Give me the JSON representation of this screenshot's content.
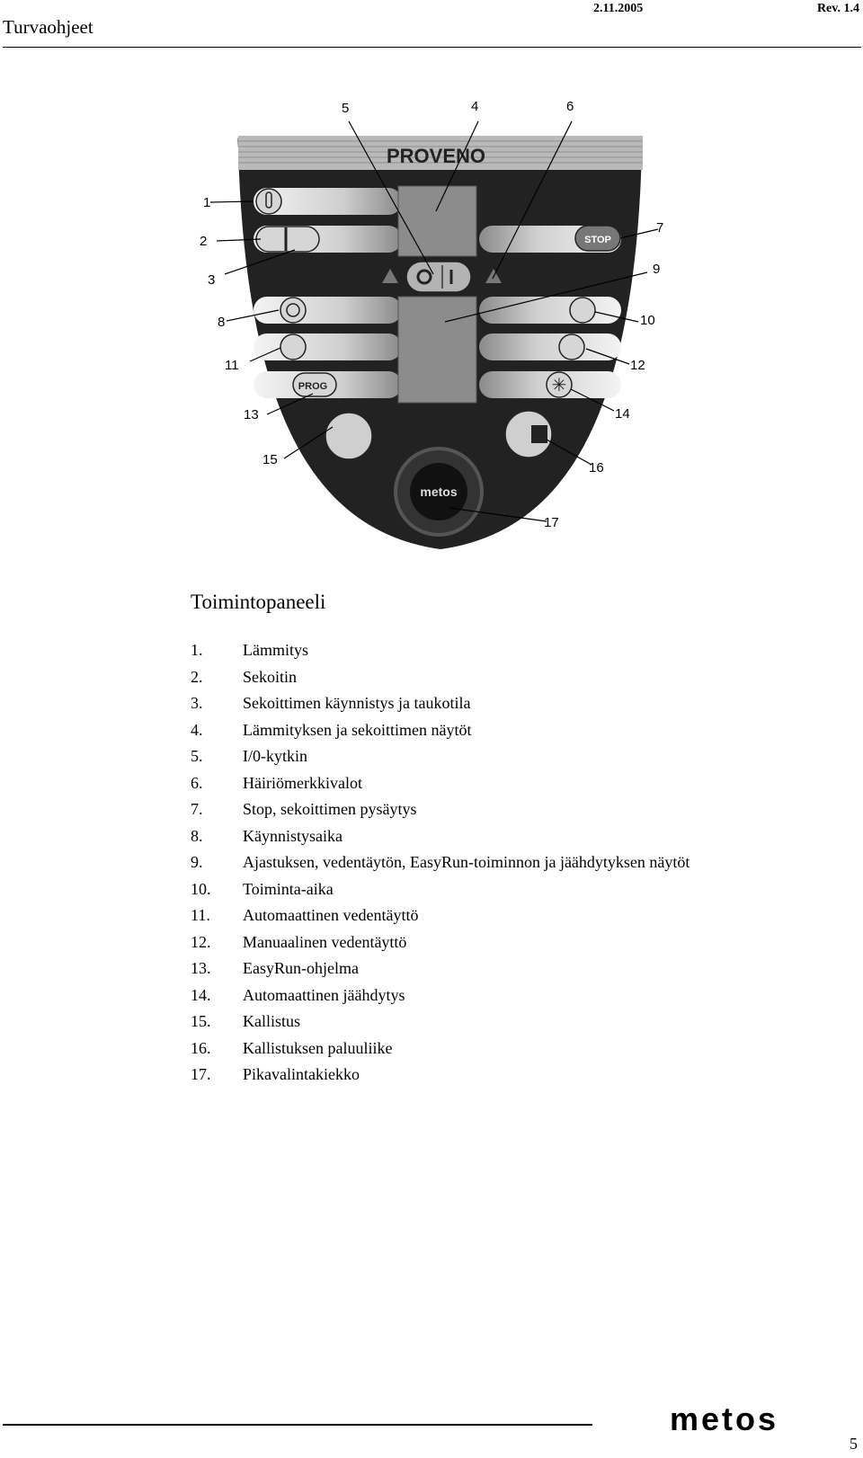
{
  "header": {
    "title": "Turvaohjeet",
    "date": "2.11.2005",
    "revision": "Rev. 1.4"
  },
  "panel": {
    "brand": "PROVENO",
    "stop_label": "STOP",
    "prog_label": "PROG",
    "knob_label": "metos",
    "callouts": [
      "1",
      "2",
      "3",
      "4",
      "5",
      "6",
      "7",
      "8",
      "9",
      "10",
      "11",
      "12",
      "13",
      "14",
      "15",
      "16",
      "17"
    ]
  },
  "section_title": "Toimintopaneeli",
  "items": [
    {
      "num": "1.",
      "text": "Lämmitys"
    },
    {
      "num": "2.",
      "text": "Sekoitin"
    },
    {
      "num": "3.",
      "text": "Sekoittimen käynnistys ja taukotila"
    },
    {
      "num": "4.",
      "text": "Lämmityksen ja sekoittimen näytöt"
    },
    {
      "num": "5.",
      "text": "I/0-kytkin"
    },
    {
      "num": "6.",
      "text": "Häiriömerkkivalot"
    },
    {
      "num": "7.",
      "text": "Stop, sekoittimen pysäytys"
    },
    {
      "num": "8.",
      "text": "Käynnistysaika"
    },
    {
      "num": "9.",
      "text": "Ajastuksen, vedentäytön, EasyRun-toiminnon ja jäähdytyksen näytöt"
    },
    {
      "num": "10.",
      "text": "Toiminta-aika"
    },
    {
      "num": "11.",
      "text": "Automaattinen vedentäyttö"
    },
    {
      "num": "12.",
      "text": "Manuaalinen vedentäyttö"
    },
    {
      "num": "13.",
      "text": "EasyRun-ohjelma"
    },
    {
      "num": "14.",
      "text": "Automaattinen jäähdytys"
    },
    {
      "num": "15.",
      "text": "Kallistus"
    },
    {
      "num": "16.",
      "text": "Kallistuksen paluuliike"
    },
    {
      "num": "17.",
      "text": "Pikavalintakiekko"
    }
  ],
  "footer": {
    "logo": "metos",
    "page": "5"
  }
}
